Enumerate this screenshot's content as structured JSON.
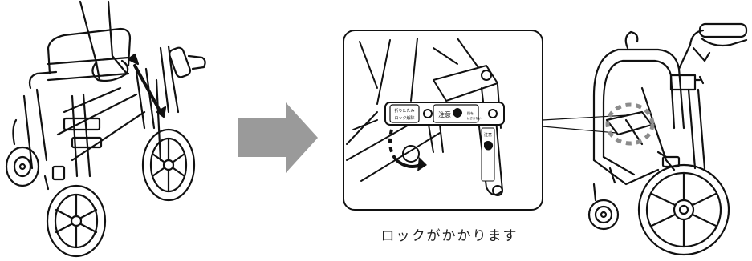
{
  "caption": "ロックがかかります",
  "labels": {
    "fold_release": "折りたたみ\nロック解除",
    "caution": "注意",
    "side_caution": "注意\n指を\nはさまない\nようご注意下さい"
  },
  "colors": {
    "line": "#111111",
    "arrow_gray": "#9a9a9a",
    "highlight_dash": "#8c8c8c"
  },
  "icons": [
    "wheelchair-folded-icon",
    "wheelchair-unfolded-icon",
    "right-arrow-icon",
    "rotation-arrow-icon",
    "lever-arrow-icon"
  ]
}
